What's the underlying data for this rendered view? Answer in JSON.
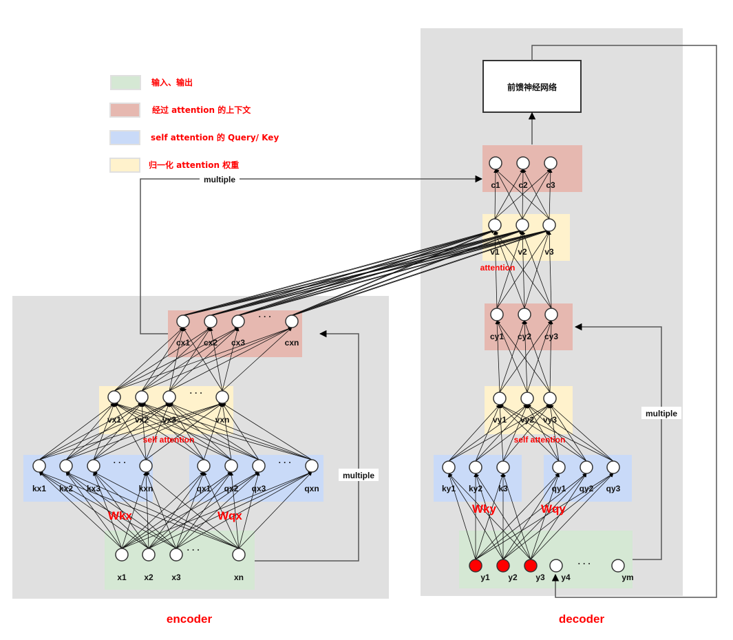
{
  "legend": [
    {
      "label": "输入、输出",
      "color": "#d5e8d4"
    },
    {
      "label": "经过 attention 的上下文",
      "color": "#e6b8b0"
    },
    {
      "label": "self attention 的 Query/ Key",
      "color": "#c9daf8"
    },
    {
      "label": "归一化 attention 权重",
      "color": "#fff2cc"
    }
  ],
  "colors": {
    "panel": "#e0e0e0",
    "input": "#d5e8d4",
    "context": "#e6b8b0",
    "qk": "#c9daf8",
    "weights": "#fff2cc",
    "accent": "#ff0000",
    "active_node": "#ff0000"
  },
  "encoder": {
    "title": "encoder",
    "inputs": [
      "x1",
      "x2",
      "x3",
      "xn"
    ],
    "keys": [
      "kx1",
      "kx2",
      "kx3",
      "kxn"
    ],
    "queries": [
      "qx1",
      "qx2",
      "qx3",
      "qxn"
    ],
    "values": [
      "vx1",
      "vx2",
      "vx3",
      "vxn"
    ],
    "contexts": [
      "cx1",
      "cx2",
      "cx3",
      "cxn"
    ],
    "wk_label": "Wkx",
    "wq_label": "Wqx",
    "self_attention_label": "self attention",
    "multiple_label": "multiple",
    "ellipsis": "· · ·"
  },
  "decoder": {
    "title": "decoder",
    "inputs": [
      "y1",
      "y2",
      "y3",
      "y4",
      "ym"
    ],
    "active_inputs": 3,
    "keys": [
      "ky1",
      "ky2",
      "k3"
    ],
    "queries": [
      "qy1",
      "qy2",
      "qy3"
    ],
    "values": [
      "vy1",
      "vy2",
      "vy3"
    ],
    "contexts": [
      "cy1",
      "cy2",
      "cy3"
    ],
    "attn_values": [
      "v1",
      "v2",
      "v3"
    ],
    "outputs": [
      "c1",
      "c2",
      "c3"
    ],
    "wk_label": "Wky",
    "wq_label": "Wqy",
    "self_attention_label": "self attention",
    "attention_label": "attention",
    "multiple_label": "multiple",
    "ffn_label": "前馈神经网络",
    "ellipsis": "· · ·"
  },
  "cross_multiple_label": "multiple"
}
